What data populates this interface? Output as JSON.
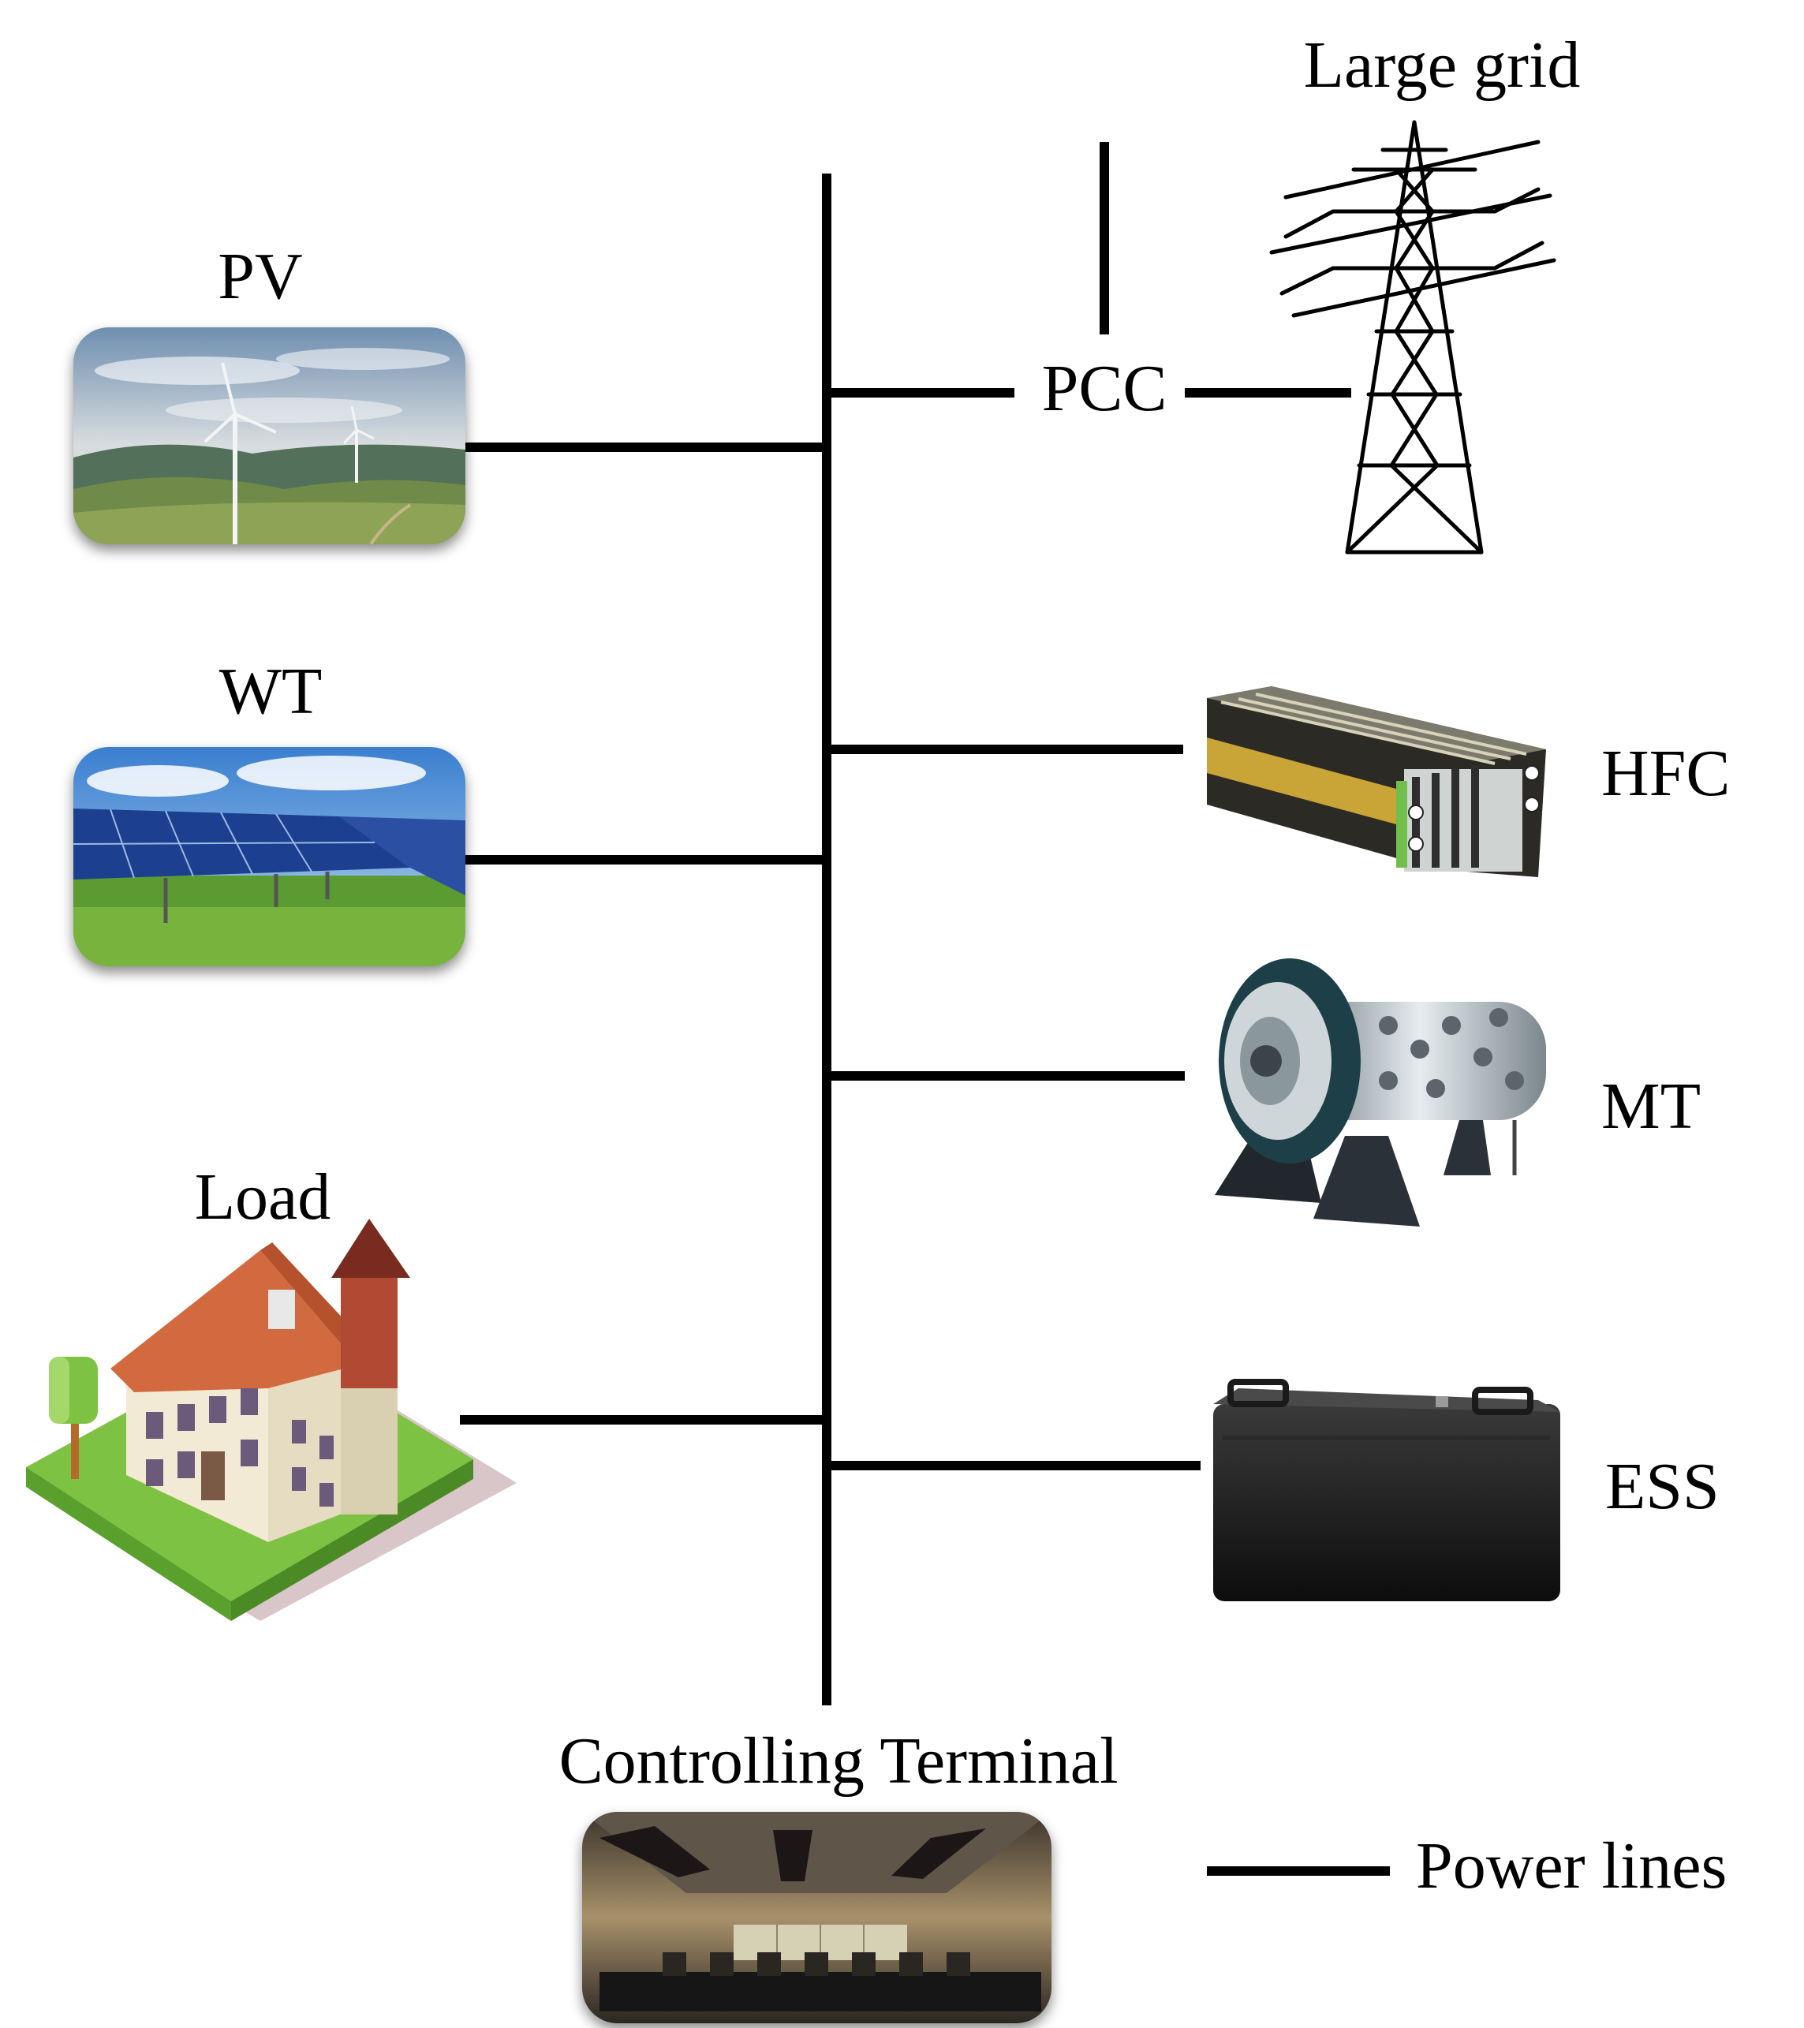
{
  "labels": {
    "pv": "PV",
    "wt": "WT",
    "load": "Load",
    "pcc": "PCC",
    "large_grid": "Large grid",
    "hfc": "HFC",
    "mt": "MT",
    "ess": "ESS",
    "controlling_terminal": "Controlling Terminal",
    "legend_power_lines": "Power lines"
  },
  "colors": {
    "line": "#000000"
  }
}
